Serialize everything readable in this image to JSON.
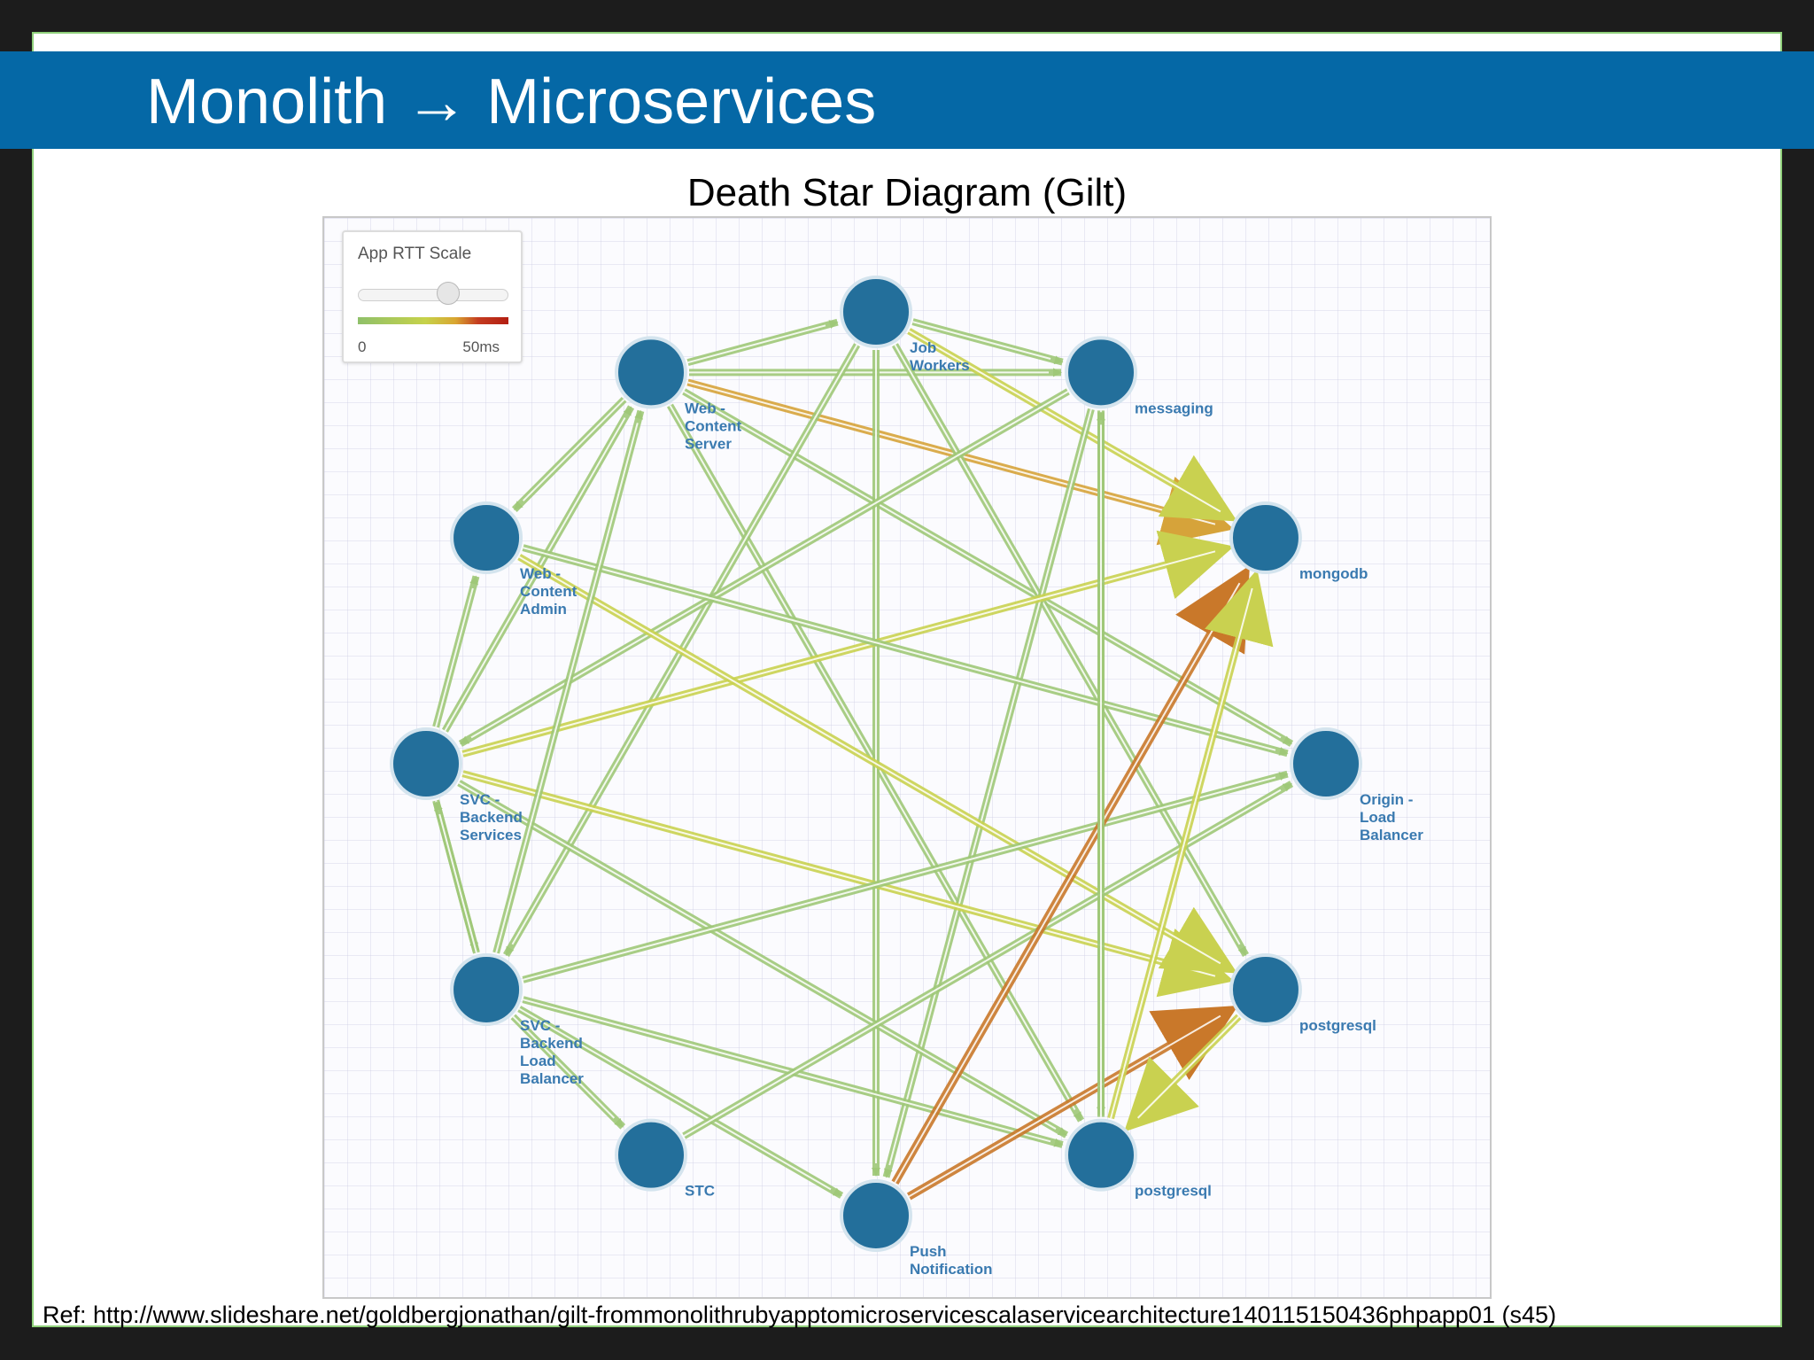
{
  "slide": {
    "title": "Monolith → Microservices",
    "heading": "Death Star Diagram (Gilt)",
    "reference": "Ref: http://www.slideshare.net/goldbergjonathan/gilt-frommonolithrubyapptomicroservicescalaservicearchitecture140115150436phpapp01 (s45)"
  },
  "legend": {
    "title": "App RTT Scale",
    "min_label": "0",
    "max_label": "50ms",
    "slider_value": 0.6,
    "gradient_colors": [
      "#8fc06a",
      "#c6d24a",
      "#d9a531",
      "#c43c20",
      "#b31e12"
    ]
  },
  "colors": {
    "node": "#236f9b",
    "node_border": "#d4e4ee",
    "label": "#3a7ab0",
    "latency": {
      "low": "#9fc878",
      "mid": "#c9d150",
      "high": "#d6a33a",
      "max": "#c9782a"
    }
  },
  "nodes": [
    {
      "id": "job",
      "lines": [
        "Job",
        "Workers"
      ]
    },
    {
      "id": "messaging",
      "lines": [
        "messaging"
      ]
    },
    {
      "id": "mongodb",
      "lines": [
        "mongodb"
      ]
    },
    {
      "id": "origin",
      "lines": [
        "Origin -",
        "Load",
        "Balancer"
      ]
    },
    {
      "id": "postgres1",
      "lines": [
        "postgresql"
      ]
    },
    {
      "id": "postgres2",
      "lines": [
        "postgresql"
      ]
    },
    {
      "id": "push",
      "lines": [
        "Push",
        "Notification"
      ]
    },
    {
      "id": "stc",
      "lines": [
        "STC"
      ]
    },
    {
      "id": "svclb",
      "lines": [
        "SVC -",
        "Backend",
        "Load",
        "Balancer"
      ]
    },
    {
      "id": "svc",
      "lines": [
        "SVC -",
        "Backend",
        "Services"
      ]
    },
    {
      "id": "admin",
      "lines": [
        "Web -",
        "Content",
        "Admin"
      ]
    },
    {
      "id": "wcs",
      "lines": [
        "Web -",
        "Content",
        "Server"
      ]
    }
  ],
  "edges": [
    {
      "from": "wcs",
      "to": "job",
      "level": "low"
    },
    {
      "from": "wcs",
      "to": "messaging",
      "level": "low"
    },
    {
      "from": "wcs",
      "to": "mongodb",
      "level": "high"
    },
    {
      "from": "wcs",
      "to": "admin",
      "level": "low"
    },
    {
      "from": "wcs",
      "to": "origin",
      "level": "low"
    },
    {
      "from": "wcs",
      "to": "postgres2",
      "level": "low"
    },
    {
      "from": "job",
      "to": "messaging",
      "level": "low"
    },
    {
      "from": "job",
      "to": "mongodb",
      "level": "mid"
    },
    {
      "from": "job",
      "to": "postgres1",
      "level": "low"
    },
    {
      "from": "job",
      "to": "push",
      "level": "low"
    },
    {
      "from": "job",
      "to": "svclb",
      "level": "low"
    },
    {
      "from": "messaging",
      "to": "svc",
      "level": "low"
    },
    {
      "from": "messaging",
      "to": "push",
      "level": "low"
    },
    {
      "from": "messaging",
      "to": "postgres2",
      "level": "low"
    },
    {
      "from": "svc",
      "to": "mongodb",
      "level": "mid"
    },
    {
      "from": "svc",
      "to": "postgres1",
      "level": "mid"
    },
    {
      "from": "svc",
      "to": "postgres2",
      "level": "low"
    },
    {
      "from": "svc",
      "to": "svclb",
      "level": "low"
    },
    {
      "from": "svc",
      "to": "admin",
      "level": "low"
    },
    {
      "from": "svc",
      "to": "wcs",
      "level": "low"
    },
    {
      "from": "admin",
      "to": "origin",
      "level": "low"
    },
    {
      "from": "admin",
      "to": "postgres1",
      "level": "mid"
    },
    {
      "from": "svclb",
      "to": "svc",
      "level": "low"
    },
    {
      "from": "svclb",
      "to": "origin",
      "level": "low"
    },
    {
      "from": "svclb",
      "to": "postgres2",
      "level": "low"
    },
    {
      "from": "svclb",
      "to": "push",
      "level": "low"
    },
    {
      "from": "svclb",
      "to": "stc",
      "level": "low"
    },
    {
      "from": "svclb",
      "to": "wcs",
      "level": "low"
    },
    {
      "from": "stc",
      "to": "origin",
      "level": "low"
    },
    {
      "from": "push",
      "to": "mongodb",
      "level": "max"
    },
    {
      "from": "push",
      "to": "postgres1",
      "level": "max"
    },
    {
      "from": "postgres2",
      "to": "mongodb",
      "level": "mid"
    },
    {
      "from": "postgres1",
      "to": "postgres2",
      "level": "mid"
    },
    {
      "from": "postgres2",
      "to": "messaging",
      "level": "low"
    }
  ]
}
